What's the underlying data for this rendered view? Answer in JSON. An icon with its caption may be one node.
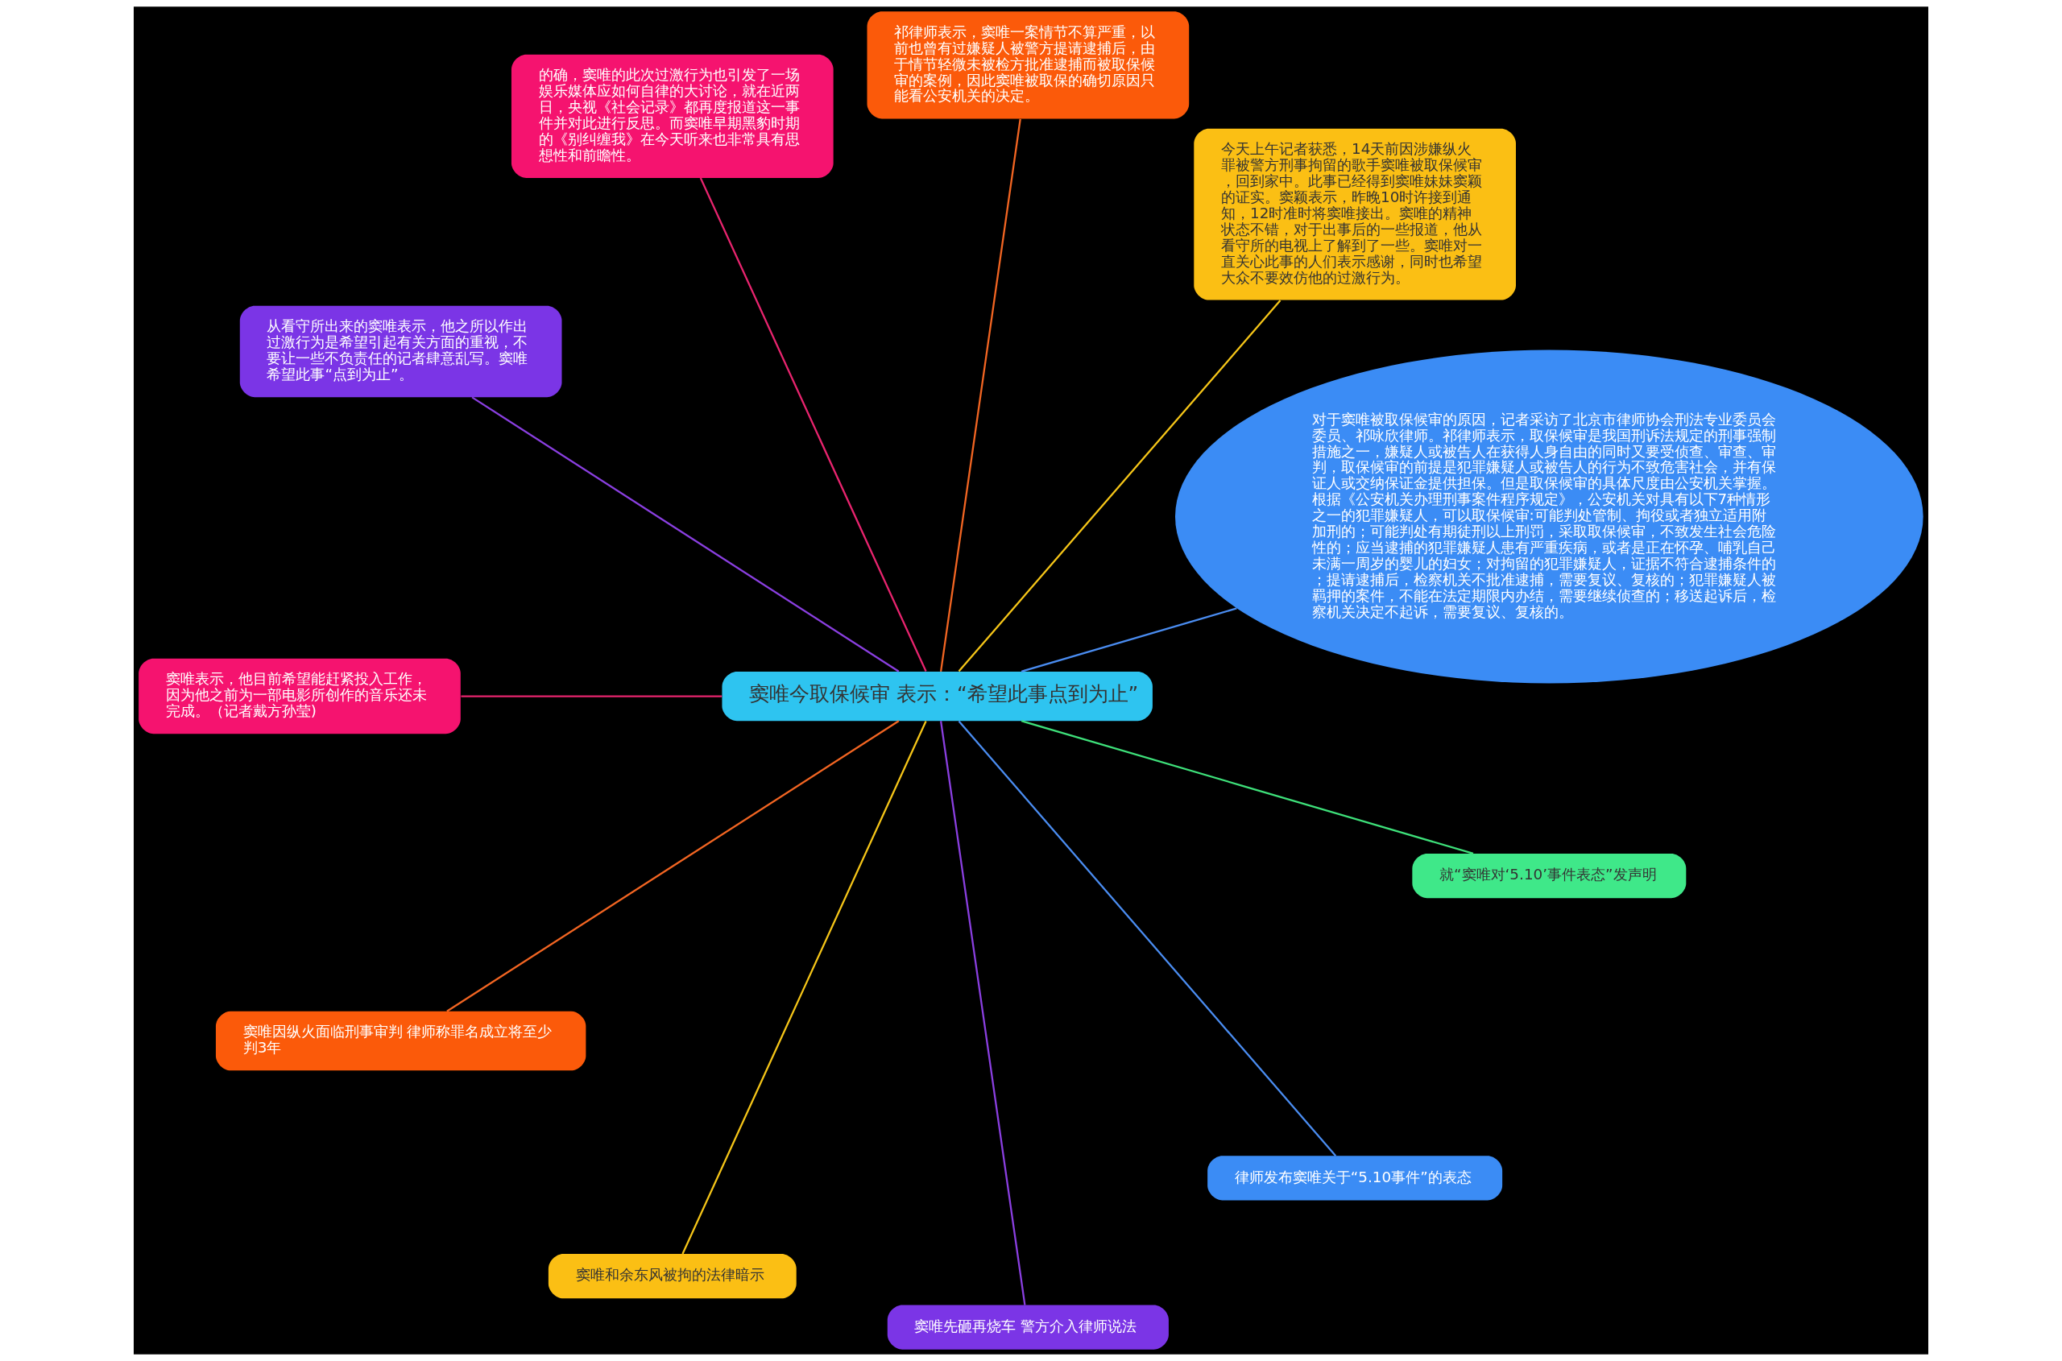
{
  "diagram": {
    "nodes": [
      {
        "text": [
          "窦唯今取保候审 表示：“希望此事点到为止”"
        ]
      },
      {
        "text": [
          "对于窦唯被取保候审的原因，记者采访了北京市律师协会刑法专业委员会委员、祁咏欣律师。祁律师表示，取保候审是我国刑诉法规定的刑事强制措施之一，嫌疑人或被告人在获得人身自由的同时又要受侦查、审查、审判，取保候审的前提是犯罪嫌疑人或被告人的行为不致危害社会，并有保证人或交纳保证金提供担保。但是取保候审的具体尺度由公安机关掌握。根据《公安机关办理刑事案件程序规定》，公安机关对具有以下7种情形之一的犯罪嫌疑人，可以取保候审:可能判处管制、拘役或者独立适用附加刑的；可能判处有期徒刑以上刑罚，采取取保候审，不致发生社会危险性的；应当逮捕的犯罪嫌疑人患有严重疾病，或者是正在怀孕、哺乳自己未满一周岁的婴儿的妇女；对拘留的犯罪嫌疑人，证据不符合逮捕条件的；提请逮捕后，检察机关不批准逮捕，需要复议、复核的；犯罪嫌疑人被羁押的案件，不能在法定期限内办结，需要继续侦查的；移送起诉后，检察机关决定不起诉，需要复议、复核的。"
        ]
      },
      {
        "text": [
          "今天上午记者获悉，14天前因涉嫌纵火罪被警方刑事拘留的歌手窦唯被取保候审，回到家中。此事已经得到窦唯妹妹窦颖的证实。窦颖表示，昨晚10时许接到通知，12时准时将窦唯接出。窦唯的精神状态不错，对于出事后的一些报道，他从看守所的电视上了解到了一些。窦唯对一直关心此事的人们表示感谢，同时也希望大众不要效仿他的过激行为。"
        ]
      },
      {
        "text": [
          "祁律师表示，窦唯一案情节不算严重，以前也曾有过嫌疑人被警方提请逮捕后，由于情节轻微未被检方批准逮捕而被取保候审的案例，因此窦唯被取保的确切原因只能看公安机关的决定。"
        ]
      },
      {
        "text": [
          "的确，窦唯的此次过激行为也引发了一场娱乐媒体应如何自律的大讨论，就在近两日，央视《社会记录》都再度报道这一事件并对此进行反思。而窦唯早期黑豹时期的《别纠缠我》在今天听来也非常具有思想性和前瞻性。"
        ]
      },
      {
        "text": [
          "从看守所出来的窦唯表示，他之所以作出过激行为是希望引起有关方面的重视，不要让一些不负责任的记者肆意乱写。窦唯希望此事“点到为止”。"
        ]
      },
      {
        "text": [
          "窦唯表示，他目前希望能赶紧投入工作，因为他之前为一部电影所创作的音乐还未完成。（记者戴方孙莹)"
        ]
      },
      {
        "text": [
          "窦唯因纵火面临刑事审判 律师称罪名成立将至少判3年"
        ]
      },
      {
        "text": [
          "窦唯和余东风被拘的法律暗示"
        ]
      },
      {
        "text": [
          "窦唯先砸再烧车 警方介入律师说法"
        ]
      },
      {
        "text": [
          "律师发布窦唯关于“5.10事件”的表态"
        ]
      },
      {
        "text": [
          "就“窦唯对‘5.10’事件表态”发声明"
        ]
      }
    ],
    "edges": [
      {
        "from": 0,
        "to": 1,
        "arrow": "none",
        "color": "#4a8cf0"
      },
      {
        "from": 0,
        "to": 2,
        "arrow": "none",
        "color": "#f5c518"
      },
      {
        "from": 0,
        "to": 3,
        "arrow": "none",
        "color": "#f26522"
      },
      {
        "from": 0,
        "to": 4,
        "arrow": "none",
        "color": "#e8246e"
      },
      {
        "from": 0,
        "to": 5,
        "arrow": "none",
        "color": "#8a3fe0"
      },
      {
        "from": 0,
        "to": 6,
        "arrow": "none",
        "color": "#e8246e"
      },
      {
        "from": 0,
        "to": 7,
        "arrow": "none",
        "color": "#f26522"
      },
      {
        "from": 0,
        "to": 8,
        "arrow": "none",
        "color": "#f5c518"
      },
      {
        "from": 0,
        "to": 9,
        "arrow": "none",
        "color": "#8a3fe0"
      },
      {
        "from": 0,
        "to": 10,
        "arrow": "none",
        "color": "#4a8cf0"
      },
      {
        "from": 0,
        "to": 11,
        "arrow": "none",
        "color": "#3ee07a"
      }
    ]
  }
}
